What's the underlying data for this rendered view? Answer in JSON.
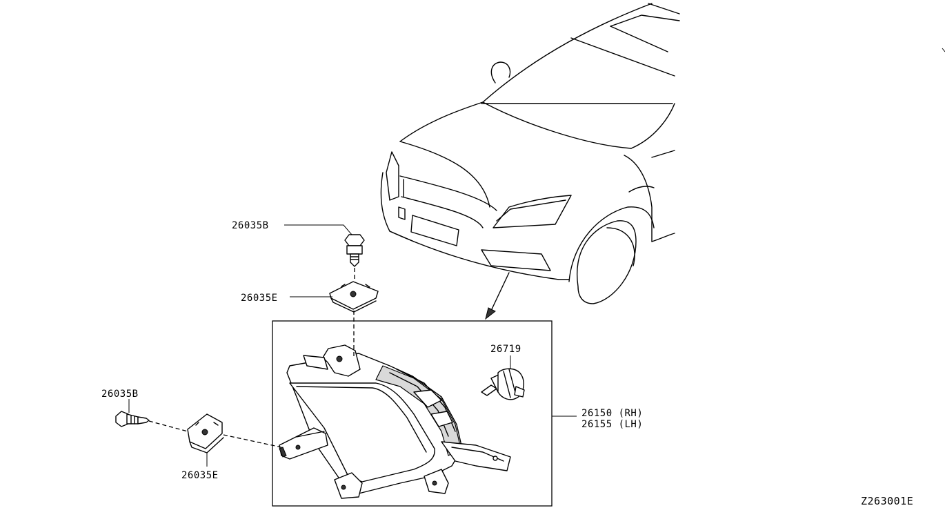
{
  "callouts": {
    "bolt_upper": "26035B",
    "nut_upper": "26035E",
    "bulb": "26719",
    "lamp_rh": "26150 (RH)",
    "lamp_lh": "26155 (LH)",
    "bolt_lower": "26035B",
    "nut_lower": "26035E"
  },
  "figure_code": "Z263001E"
}
